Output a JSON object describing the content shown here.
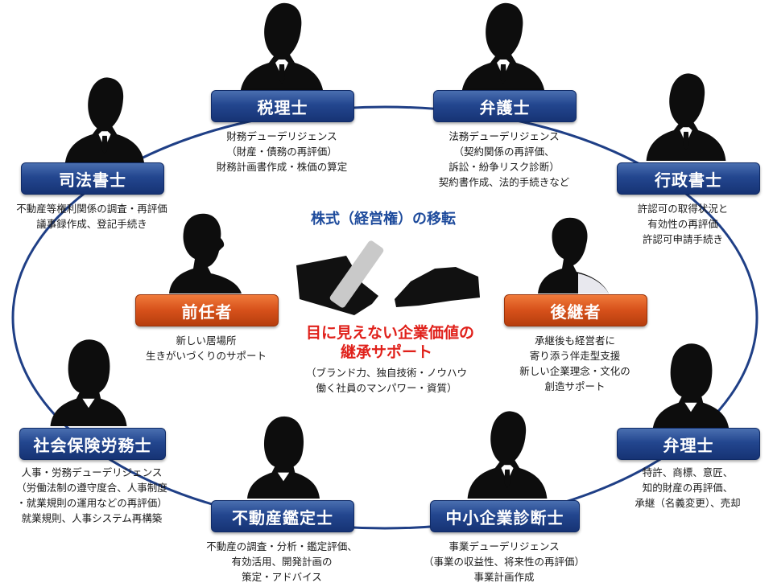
{
  "center": {
    "transfer_title": "株式（経営権）の移転",
    "value_line1": "目に見えない企業価値の",
    "value_line2": "継承サポート",
    "value_desc1": "（ブランド力、独自技術・ノウハウ",
    "value_desc2": "働く社員のマンパワー・資質）"
  },
  "predecessor": {
    "label": "前任者",
    "desc": [
      "新しい居場所",
      "生きがいづくりのサポート"
    ]
  },
  "successor": {
    "label": "後継者",
    "desc": [
      "承継後も経営者に",
      "寄り添う伴走型支援",
      "新しい企業理念・文化の",
      "創造サポート"
    ]
  },
  "experts": {
    "tax": {
      "label": "税理士",
      "desc": [
        "財務デューデリジェンス",
        "（財産・債務の再評価）",
        "財務計画書作成・株価の算定"
      ]
    },
    "lawyer": {
      "label": "弁護士",
      "desc": [
        "法務デューデリジェンス",
        "（契約関係の再評価、",
        "訴訟・紛争リスク診断）",
        "契約書作成、法的手続きなど"
      ]
    },
    "judicial": {
      "label": "司法書士",
      "desc": [
        "不動産等権利関係の調査・再評価",
        "議事録作成、登記手続き"
      ]
    },
    "admin": {
      "label": "行政書士",
      "desc": [
        "許認可の取得状況と",
        "有効性の再評価",
        "許認可申請手続き"
      ]
    },
    "labor": {
      "label": "社会保険労務士",
      "desc": [
        "人事・労務デューデリジェンス",
        "（労働法制の遵守度合、人事制度",
        "・就業規則の運用などの再評価）",
        "就業規則、人事システム再構築"
      ]
    },
    "patent": {
      "label": "弁理士",
      "desc": [
        "特許、商標、意匠、",
        "知的財産の再評価、",
        "承継（名義変更）、売却"
      ]
    },
    "appraiser": {
      "label": "不動産鑑定士",
      "desc": [
        "不動産の調査・分析・鑑定評価、",
        "有効活用、開発計画の",
        "策定・アドバイス"
      ]
    },
    "sme": {
      "label": "中小企業診断士",
      "desc": [
        "事業デューデリジェンス",
        "（事業の収益性、将来性の再評価）",
        "事業計画作成"
      ]
    }
  },
  "colors": {
    "blue": "#23468f",
    "orange": "#d6501a",
    "title_blue": "#1e4b9c",
    "red": "#e0201a",
    "ring": "#1f3f86"
  }
}
